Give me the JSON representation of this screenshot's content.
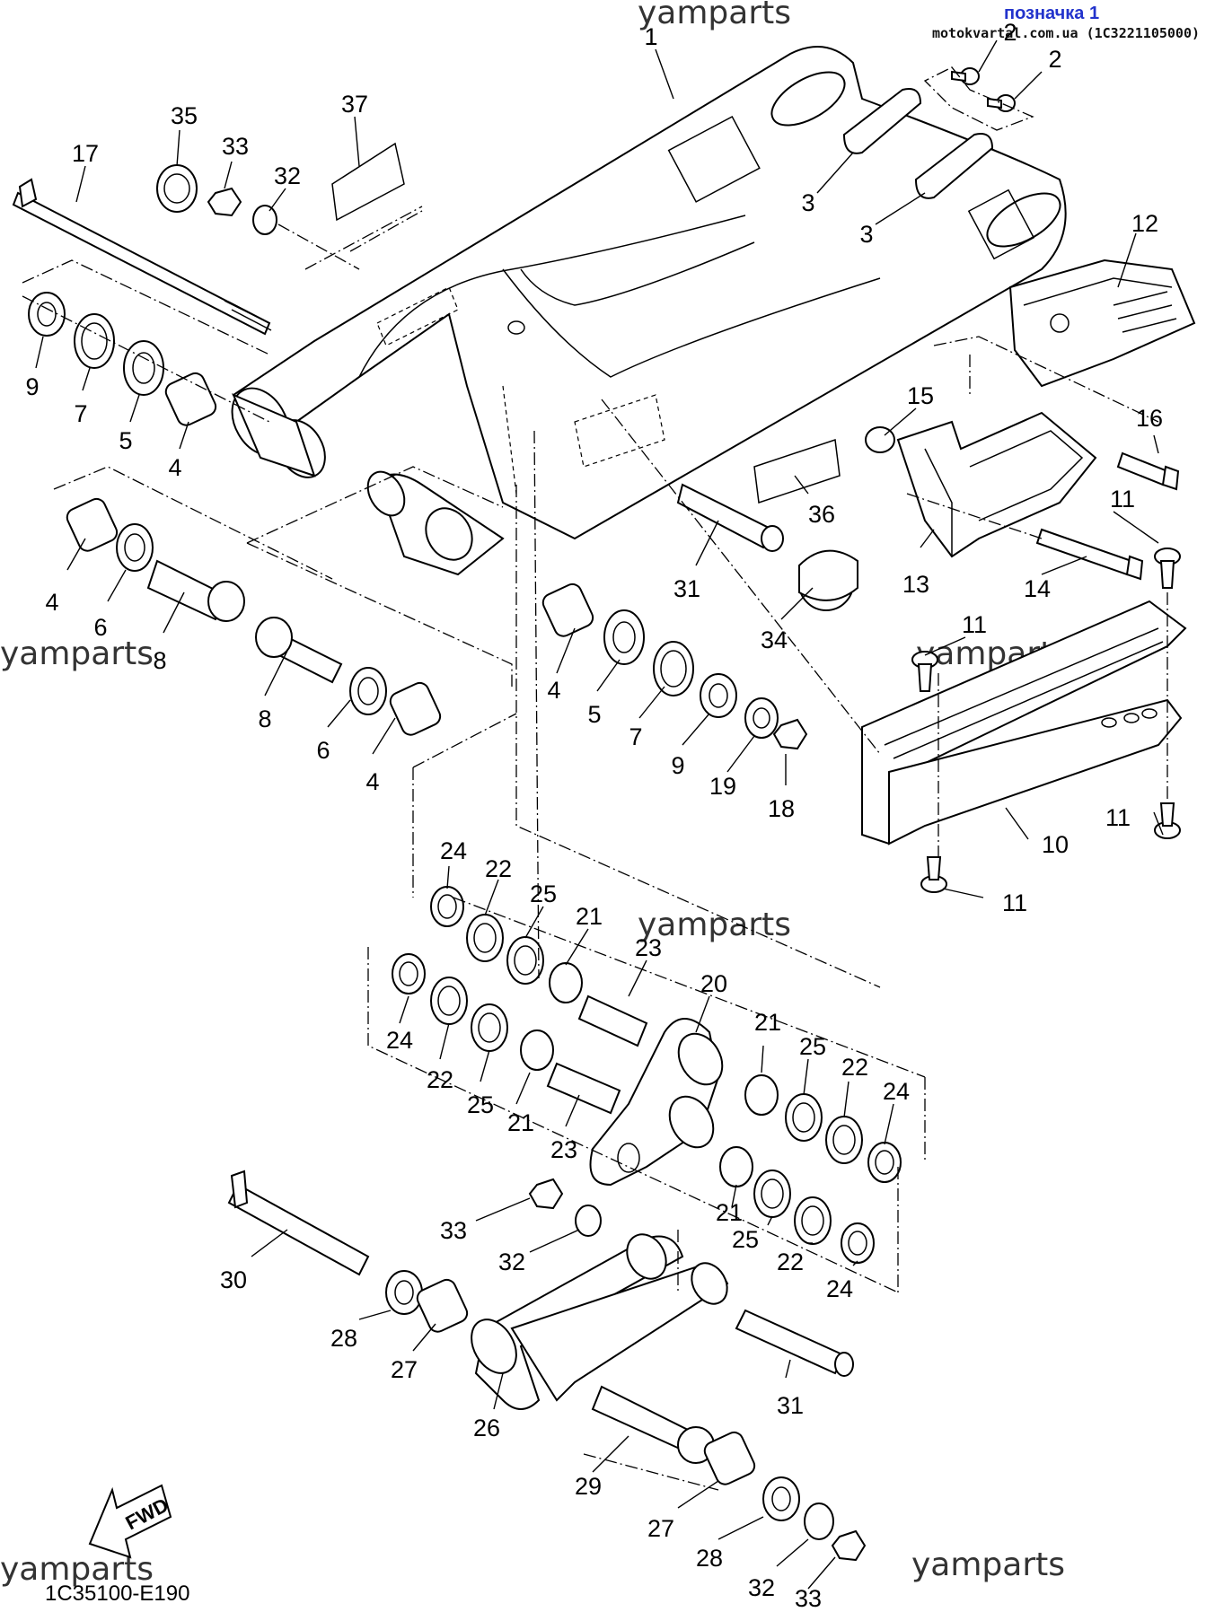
{
  "header": {
    "label": "позначка 1",
    "site": "motokvartal.com.ua (1C3221105000)"
  },
  "watermark": "yamparts",
  "diagram_code": "1C35100-E190",
  "fwd_label": "FWD",
  "callouts": [
    "1",
    "2",
    "2",
    "3",
    "3",
    "12",
    "35",
    "33",
    "32",
    "37",
    "17",
    "9",
    "7",
    "5",
    "4",
    "15",
    "16",
    "36",
    "4",
    "6",
    "8",
    "31",
    "13",
    "14",
    "11",
    "34",
    "11",
    "8",
    "6",
    "4",
    "4",
    "5",
    "7",
    "9",
    "19",
    "18",
    "11",
    "10",
    "11",
    "24",
    "22",
    "25",
    "21",
    "23",
    "20",
    "24",
    "22",
    "25",
    "21",
    "23",
    "21",
    "25",
    "22",
    "24",
    "21",
    "25",
    "22",
    "24",
    "33",
    "32",
    "30",
    "28",
    "27",
    "26",
    "31",
    "29",
    "27",
    "28",
    "32",
    "33"
  ]
}
